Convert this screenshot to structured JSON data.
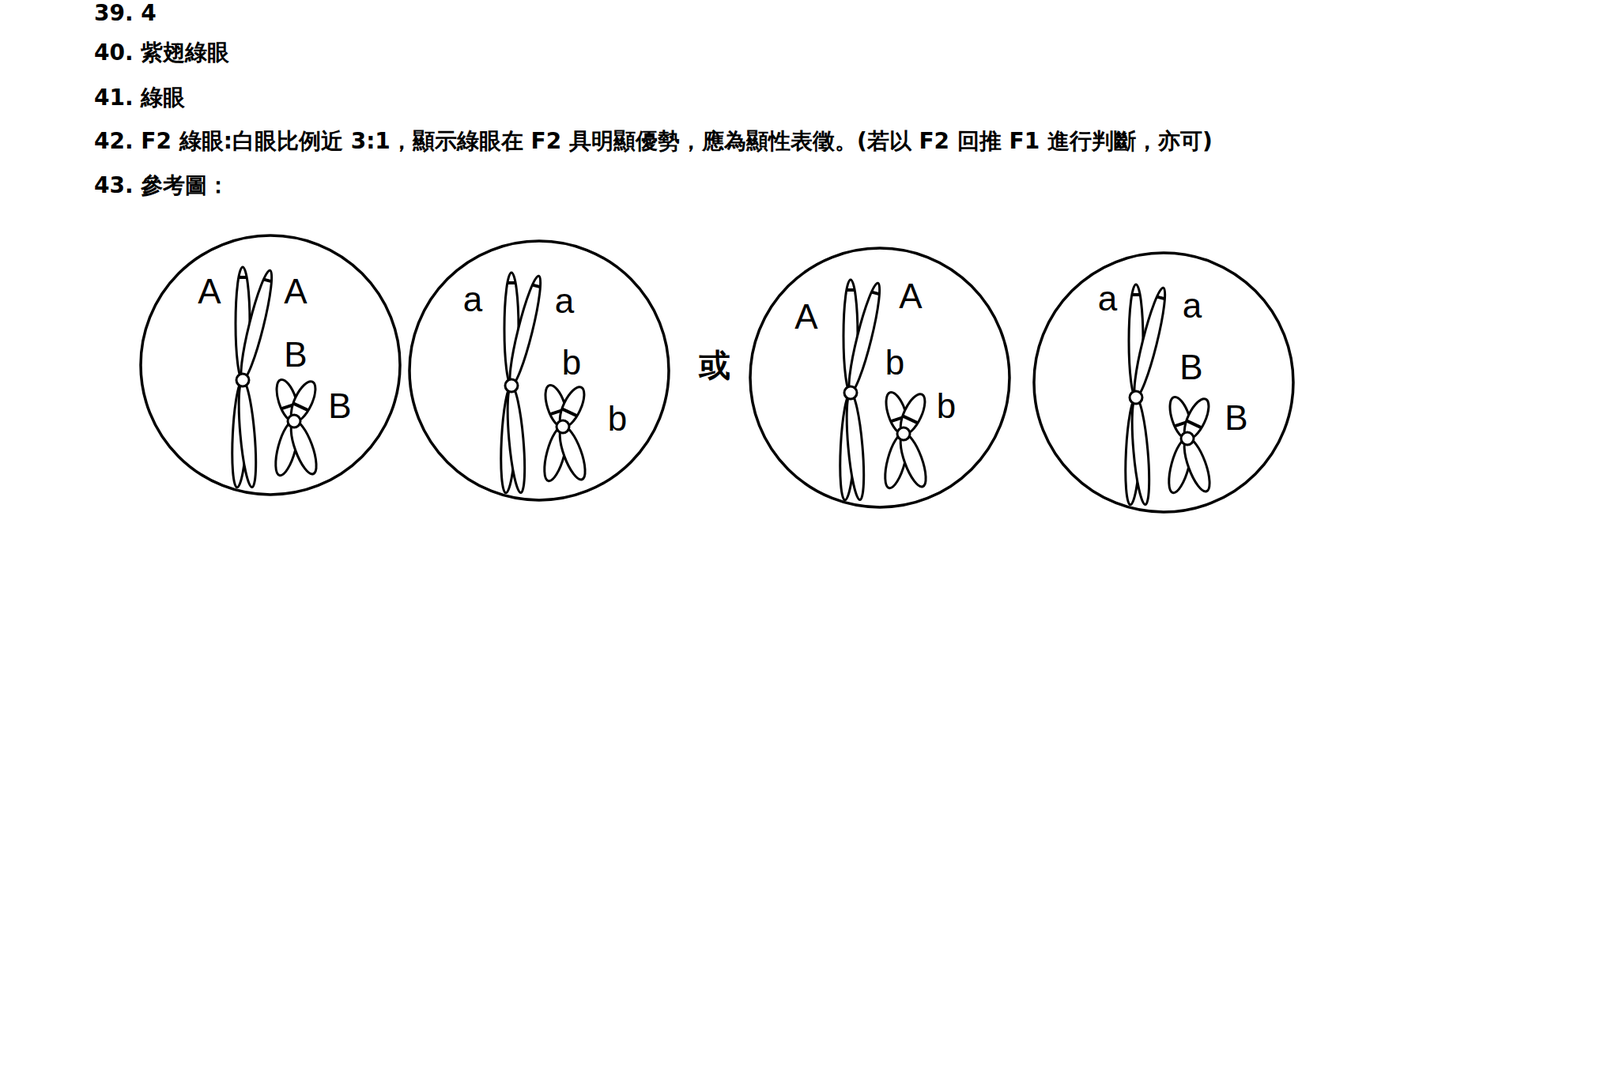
{
  "diagram": {
    "nodes": [
      {
        "text": [
          "A",
          "A",
          "B",
          "B"
        ]
      },
      {
        "text": [
          "a",
          "a",
          "b",
          "b"
        ]
      },
      {
        "text": [
          "A",
          "A",
          "b",
          "b"
        ]
      },
      {
        "text": [
          "a",
          "a",
          "B",
          "B"
        ]
      }
    ],
    "labels": [
      "39. 4",
      "40. 紫翅綠眼",
      "41. 綠眼",
      "42. F2 綠眼:白眼比例近 3:1，顯示綠眼在 F2 具明顯優勢，應為顯性表徵。(若以 F2 回推 F1 進行判斷，亦可)",
      "43. 參考圖：",
      "或"
    ]
  }
}
